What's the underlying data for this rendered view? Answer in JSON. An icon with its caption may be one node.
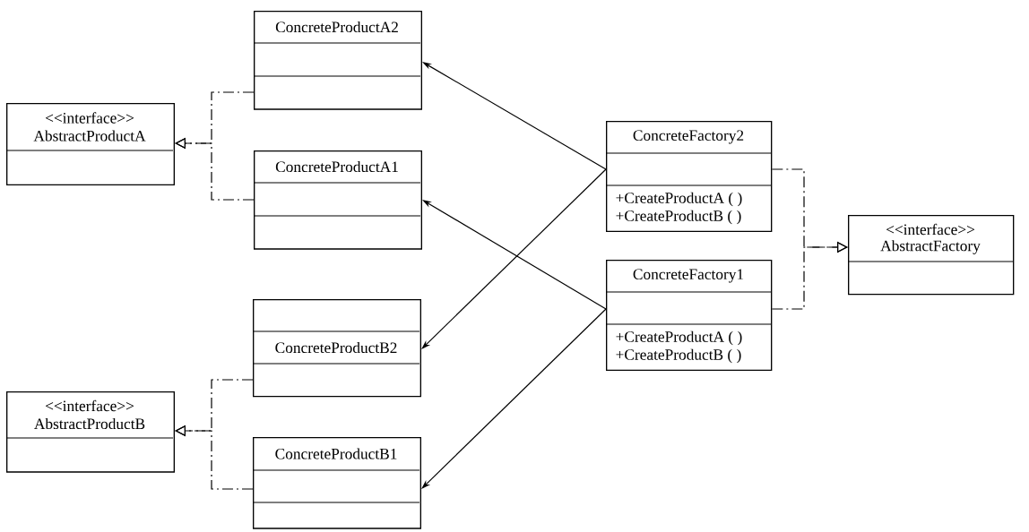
{
  "diagram": {
    "nodes": [
      {
        "text": [
          "<<interface>>",
          "AbstractProductA"
        ]
      },
      {
        "text": [
          "ConcreteProductA2"
        ]
      },
      {
        "text": [
          "ConcreteProductA1"
        ]
      },
      {
        "text": [
          "<<interface>>",
          "AbstractProductB"
        ]
      },
      {
        "text": [
          "ConcreteProductB2"
        ]
      },
      {
        "text": [
          "ConcreteProductB1"
        ]
      },
      {
        "text": [
          "ConcreteFactory2",
          "+CreateProductA ( )",
          "+CreateProductB ( )"
        ]
      },
      {
        "text": [
          "ConcreteFactory1",
          "+CreateProductA ( )",
          "+CreateProductB ( )"
        ]
      },
      {
        "text": [
          "<<interface>>",
          "AbstractFactory"
        ]
      }
    ],
    "edges": [
      {
        "from": 1,
        "to": 0,
        "arrow": "to",
        "style": "dashed"
      },
      {
        "from": 2,
        "to": 0,
        "arrow": "to",
        "style": "dashed"
      },
      {
        "from": 4,
        "to": 3,
        "arrow": "to",
        "style": "dashed"
      },
      {
        "from": 5,
        "to": 3,
        "arrow": "to",
        "style": "dashed"
      },
      {
        "from": 6,
        "to": 8,
        "arrow": "to",
        "style": "dashed"
      },
      {
        "from": 7,
        "to": 8,
        "arrow": "to",
        "style": "dashed"
      },
      {
        "from": 6,
        "to": 1,
        "arrow": "to"
      },
      {
        "from": 6,
        "to": 4,
        "arrow": "to"
      },
      {
        "from": 7,
        "to": 2,
        "arrow": "to"
      },
      {
        "from": 7,
        "to": 5,
        "arrow": "to"
      }
    ]
  }
}
